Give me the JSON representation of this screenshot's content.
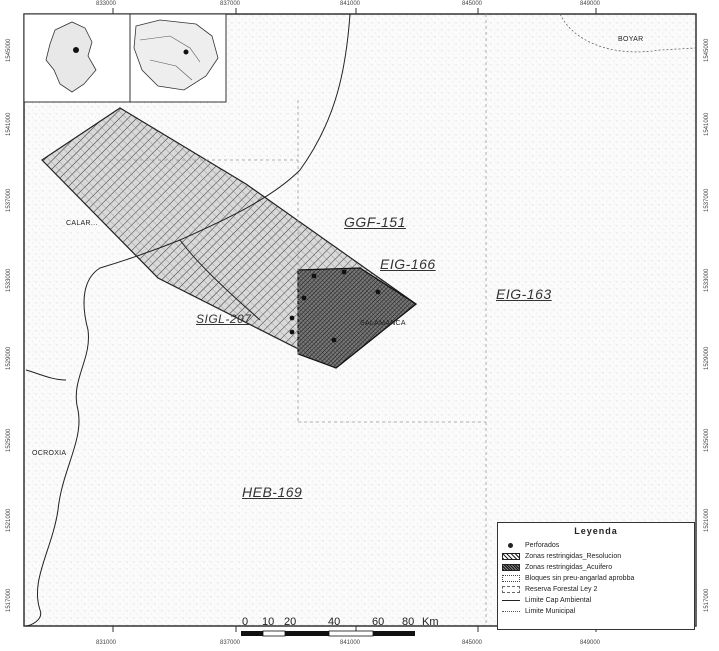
{
  "blocks": [
    {
      "id": "ggf",
      "label": "GGF-151"
    },
    {
      "id": "eig166",
      "label": "EIG-166"
    },
    {
      "id": "eig163",
      "label": "EIG-163"
    },
    {
      "id": "sigl",
      "label": "SIGL-207"
    },
    {
      "id": "heb",
      "label": "HEB-169"
    }
  ],
  "towns": [
    {
      "id": "calarca",
      "label": "CALAR..."
    },
    {
      "id": "ocroxia",
      "label": "OCROXIA"
    },
    {
      "id": "salamanca",
      "label": "SALAMANCA"
    },
    {
      "id": "boyar",
      "label": "BOYAR"
    }
  ],
  "coords": {
    "top": [
      "833000",
      "837000",
      "841000",
      "845000",
      "849000"
    ],
    "bottom": [
      "831000",
      "837000",
      "841000",
      "845000",
      "849000"
    ],
    "left": [
      "1545000",
      "1541000",
      "1537000",
      "1533000",
      "1529000",
      "1525000",
      "1521000",
      "1517000"
    ],
    "right": [
      "1545000",
      "1541000",
      "1537000",
      "1533000",
      "1529000",
      "1525000",
      "1521000",
      "1517000"
    ]
  },
  "legend": {
    "title": "Leyenda",
    "items": [
      {
        "symbol": "point",
        "label": "Perforados"
      },
      {
        "symbol": "hatch",
        "label": "Zonas restringidas_Resolucion"
      },
      {
        "symbol": "dense",
        "label": "Zonas restringidas_Acuifero"
      },
      {
        "symbol": "dotted",
        "label": "Bloques sin preu-angarlad aprobba"
      },
      {
        "symbol": "dashed",
        "label": "Reserva Forestal Ley 2"
      },
      {
        "symbol": "line",
        "label": "Limite Cap Ambiental"
      },
      {
        "symbol": "thin",
        "label": "Limite Municipal"
      }
    ]
  },
  "scale": {
    "ticks": [
      "0",
      "10",
      "20",
      "40",
      "60",
      "80"
    ],
    "unit": "Km"
  }
}
